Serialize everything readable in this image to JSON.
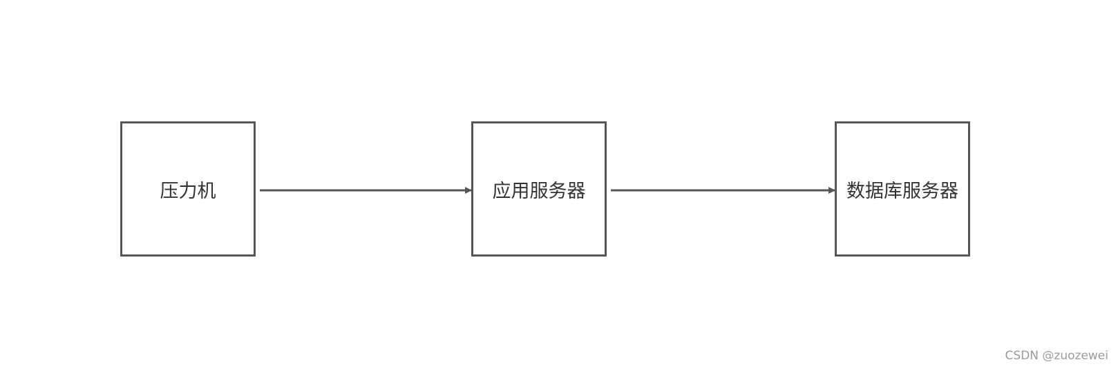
{
  "diagram": {
    "nodes": [
      {
        "id": "load",
        "label": "压力机"
      },
      {
        "id": "app",
        "label": "应用服务器"
      },
      {
        "id": "db",
        "label": "数据库服务器"
      }
    ],
    "edges": [
      {
        "from": "load",
        "to": "app"
      },
      {
        "from": "app",
        "to": "db"
      }
    ],
    "colors": {
      "stroke": "#555555",
      "text": "#333333",
      "background": "#ffffff"
    }
  },
  "watermark": "CSDN @zuozewei"
}
